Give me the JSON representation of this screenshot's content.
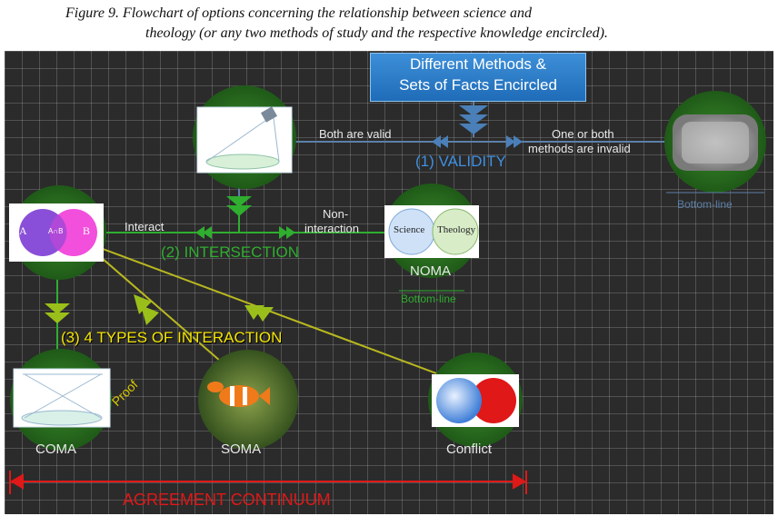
{
  "caption": {
    "line1": "Figure 9. Flowchart of options concerning the relationship between science and",
    "line2": "theology (or any two methods of study and the respective knowledge encircled)."
  },
  "title": {
    "line1": "Different Methods &",
    "line2": "Sets of Facts Encircled"
  },
  "validity": {
    "heading": "(1) VALIDITY",
    "left_label": "Both are valid",
    "right_label_1": "One or both",
    "right_label_2": "methods are invalid",
    "bottom_line": "Bottom-line"
  },
  "intersection": {
    "heading": "(2) INTERSECTION",
    "left_label": "Interact",
    "right_label_1": "Non-",
    "right_label_2": "interaction",
    "noma": "NOMA",
    "noma_bottom_line": "Bottom-line",
    "science": "Science",
    "theology": "Theology",
    "venn_a": "A",
    "venn_b": "B",
    "venn_ab": "A∩B"
  },
  "interaction": {
    "heading": "(3) 4 TYPES OF INTERACTION",
    "proof": "Proof",
    "coma": "COMA",
    "soma": "SOMA",
    "conflict": "Conflict"
  },
  "continuum": {
    "label": "AGREEMENT CONTINUUM"
  },
  "colors": {
    "background": "#2b2b2b",
    "accent_blue": "#3f8fe0",
    "accent_green": "#2fae2f",
    "accent_yellow": "#f5e600",
    "accent_red": "#e01818"
  }
}
